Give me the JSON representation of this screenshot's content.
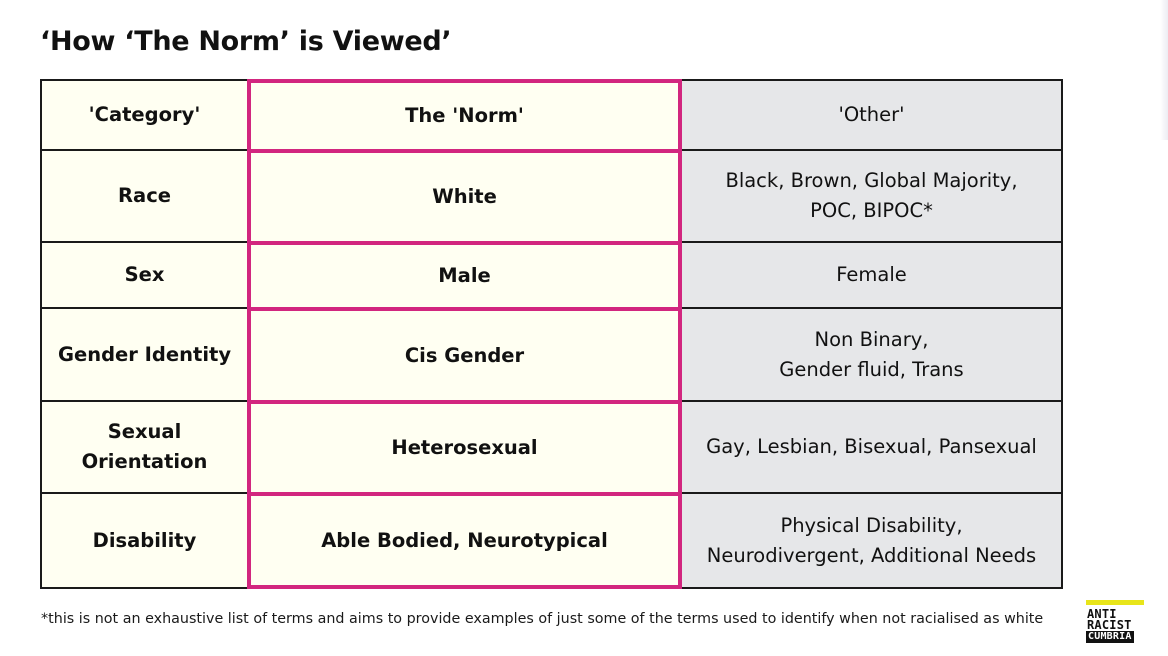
{
  "title": "‘How ‘The Norm’ is Viewed’",
  "table": {
    "headers": {
      "category": "'Category'",
      "norm": "The 'Norm'",
      "other": "'Other'"
    },
    "rows": [
      {
        "category": [
          "Race"
        ],
        "norm": [
          "White"
        ],
        "other": [
          "Black, Brown, Global Majority,",
          "POC, BIPOC*"
        ]
      },
      {
        "category": [
          "Sex"
        ],
        "norm": [
          "Male"
        ],
        "other": [
          "Female"
        ]
      },
      {
        "category": [
          "Gender Identity"
        ],
        "norm": [
          "Cis Gender"
        ],
        "other": [
          "Non Binary,",
          "Gender fluid, Trans"
        ]
      },
      {
        "category": [
          "Sexual",
          "Orientation"
        ],
        "norm": [
          "Heterosexual"
        ],
        "other": [
          "Gay, Lesbian, Bisexual, Pansexual"
        ]
      },
      {
        "category": [
          "Disability"
        ],
        "norm": [
          "Able Bodied, Neurotypical"
        ],
        "other": [
          "Physical Disability,",
          "Neurodivergent, Additional Needs"
        ]
      }
    ]
  },
  "footnote": "*this is not an exhaustive list of terms and aims to provide examples of just some of the terms used to identify when not racialised as white",
  "logo": {
    "line1": "ANTI",
    "line2": "RACIST",
    "line3": "CUMBRIA"
  },
  "colors": {
    "norm_border": "#d2267f",
    "logo_accent": "#e8e51a",
    "other_fill": "#e6e7e9",
    "norm_fill": "#fffff2"
  }
}
